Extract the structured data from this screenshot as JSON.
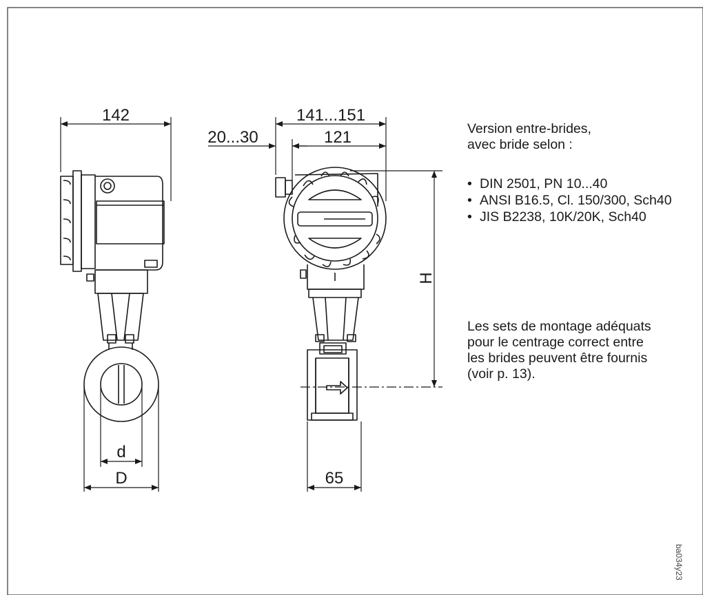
{
  "dimensions": {
    "overall_width_side": "142",
    "overall_width_front": "141...151",
    "front_body": "121",
    "offset": "20...30",
    "height": "H",
    "inner_diameter": "d",
    "outer_diameter": "D",
    "sensor_length": "65"
  },
  "description": {
    "intro_line1": "Version entre-brides,",
    "intro_line2": "avec bride selon :",
    "standards": [
      "DIN 2501, PN 10...40",
      "ANSI B16.5, Cl. 150/300, Sch40",
      "JIS B2238, 10K/20K, Sch40"
    ],
    "note_lines": [
      "Les sets de montage adéquats",
      "pour le centrage correct entre",
      "les brides peuvent être fournis",
      "(voir p. 13)."
    ]
  },
  "reference_code": "ba034y23"
}
